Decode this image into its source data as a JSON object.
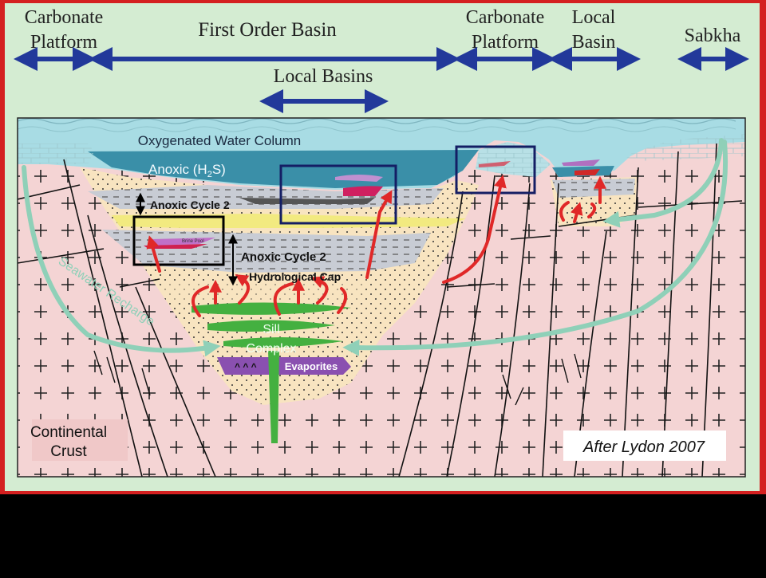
{
  "top_labels": {
    "carbonate_platform_left_1": "Carbonate",
    "carbonate_platform_left_2": "Platform",
    "first_order_basin": "First Order Basin",
    "carbonate_platform_right_1": "Carbonate",
    "carbonate_platform_right_2": "Platform",
    "local_basin_1": "Local",
    "local_basin_2": "Basin",
    "sabkha": "Sabkha",
    "local_basins": "Local Basins"
  },
  "diagram_labels": {
    "oxygenated_water_column": "Oxygenated Water Column",
    "anoxic_h2s_pre": "Anoxic (H",
    "anoxic_h2s_sub": "2",
    "anoxic_h2s_post": "S)",
    "anoxic_cycle_upper": "Anoxic Cycle 2",
    "anoxic_cycle_lower": "Anoxic Cycle 2",
    "hydrological_cap": "Hydrological Cap",
    "sill": "Sill",
    "complex": "Complex",
    "evaporites": "Evaporites",
    "evaporite_marks": "^ ^ ^",
    "seawater_recharge": "Seawater Recharge",
    "continental_crust_1": "Continental",
    "continental_crust_2": "Crust",
    "brine_pool": "Brine Pool",
    "credit": "After Lydon 2007"
  },
  "colors": {
    "frame_red": "#d42020",
    "background_green": "#d4ecd2",
    "crust_pink": "#f4d4d4",
    "sediment_tan": "#f8e4c0",
    "oxygenated_water": "#a8dce4",
    "anoxic_water": "#3a8fa8",
    "arrow_blue": "#22399a",
    "fluid_red": "#e02828",
    "recharge_green": "#8fd0b8",
    "sill_green": "#44b040",
    "evaporite_purple": "#8a50b0",
    "anoxic_yellow": "#f2ea80",
    "shale_grey": "#c8ccd4",
    "box_navy": "#141e64"
  }
}
